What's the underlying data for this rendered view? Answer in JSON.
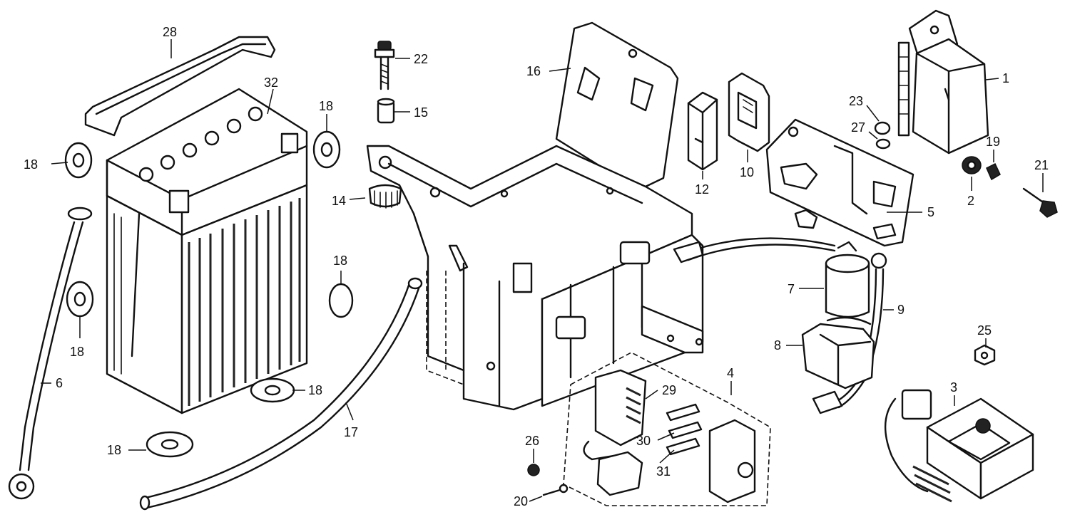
{
  "labels": {
    "p1": "1",
    "p2": "2",
    "p3": "3",
    "p4": "4",
    "p5": "5",
    "p6": "6",
    "p7": "7",
    "p8": "8",
    "p9": "9",
    "p10": "10",
    "p12": "12",
    "p14": "14",
    "p15": "15",
    "p16": "16",
    "p17": "17",
    "p18a": "18",
    "p18b": "18",
    "p18c": "18",
    "p18d": "18",
    "p18e": "18",
    "p18f": "18",
    "p19": "19",
    "p20": "20",
    "p21": "21",
    "p22": "22",
    "p23": "23",
    "p25": "25",
    "p26": "26",
    "p27": "27",
    "p28": "28",
    "p29": "29",
    "p30": "30",
    "p31": "31",
    "p32": "32"
  }
}
